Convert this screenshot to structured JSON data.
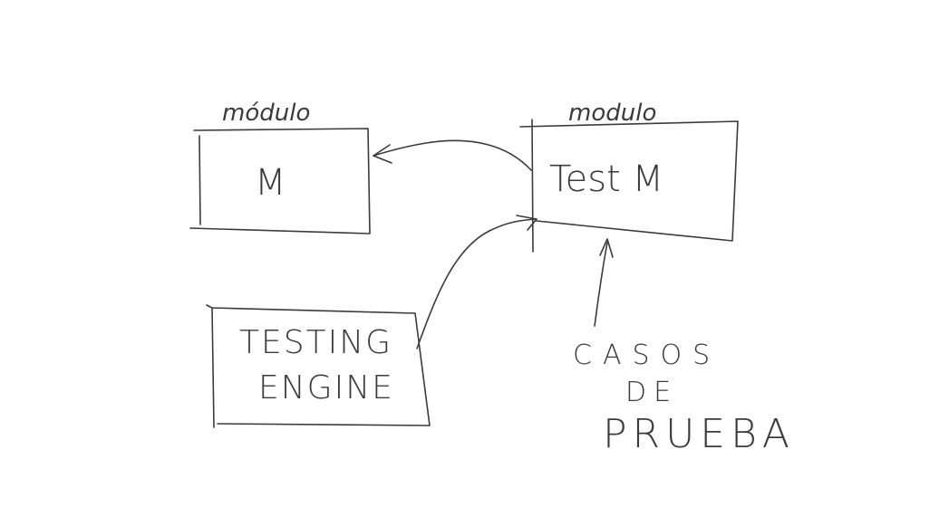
{
  "nodes": {
    "module_m": {
      "caption": "módulo",
      "body": "M"
    },
    "module_test": {
      "caption": "modulo",
      "body": "Test M"
    },
    "engine": {
      "line1": "TESTING",
      "line2": "ENGINE"
    },
    "cases": {
      "line1": "CASOS",
      "line2": "DE",
      "line3": "PRUEBA"
    }
  },
  "colors": {
    "ink": "#3b3b3b",
    "background": "#ffffff"
  }
}
